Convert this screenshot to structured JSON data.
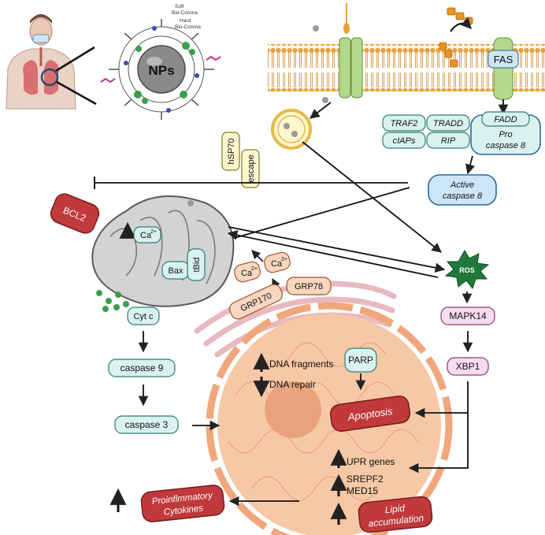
{
  "labels": {
    "soft_corona": "Soft",
    "soft_corona_2": "Bio-Corona",
    "hard_corona": "Hard",
    "hard_corona_2": "Bio-Corona",
    "nps": "NPs",
    "fas": "FAS",
    "traf2": "TRAF2",
    "tradd": "TRADD",
    "ciaps": "cIAPs",
    "rip": "RIP",
    "fadd": "FADD",
    "pro_caspase8_1": "Pro",
    "pro_caspase8_2": "caspase 8",
    "active_caspase8_1": "Active",
    "active_caspase8_2": "caspase 8",
    "hsp70": "hSP70",
    "escape": "escape",
    "bcl2": "BCL2",
    "ca2_mito": "Ca",
    "ca2_sup": "2+",
    "bax": "Bax",
    "tbid": "tBid",
    "cytc": "Cyt c",
    "ca2_er_1": "Ca",
    "ca2_er_2": "Ca",
    "grp170": "GRP170",
    "grp78": "GRP78",
    "ros": "ROS",
    "mapk14": "MAPK14",
    "xbp1": "XBP1",
    "caspase9": "caspase 9",
    "caspase3": "caspase 3",
    "dna_fragments": "DNA fragments",
    "dna_repair": "DNA repair",
    "parp": "PARP",
    "apoptosis": "Apoptosis",
    "upr_genes": "UPR genes",
    "srepf2": "SREPF2",
    "med15": "MED15",
    "lipid_1": "Lipid",
    "lipid_2": "accumulation",
    "cytokines_1": "Proinflmmatory",
    "cytokines_2": "Cytokines"
  },
  "colors": {
    "teal_fill": "#d9f2ee",
    "teal_stroke": "#2f7d72",
    "pink_fill": "#f7dcef",
    "pink_stroke": "#8a3b6e",
    "yellow_fill": "#fdf7cf",
    "yellow_stroke": "#8a7a1c",
    "orange_fill": "#f7d7bf",
    "orange_stroke": "#a0522d",
    "red_fill": "#c0393b",
    "red_stroke": "#7a1b1d",
    "nucleus": "#f6c8a6",
    "nucleolus": "#e8a37c",
    "membrane_head": "#e8a23c",
    "mito_fill": "#d3d3d3",
    "er": "#e8b9bf",
    "ros_green": "#1f7a3a",
    "blue_fill": "#cde6f7",
    "blue_stroke": "#2c6aa0"
  },
  "icons": {
    "person": "person-lungs-icon",
    "nanoparticle": "nanoparticle-icon",
    "ros": "ros-burst-icon",
    "up_arrow": "up-arrow-icon",
    "down_arrow": "down-arrow-icon"
  }
}
